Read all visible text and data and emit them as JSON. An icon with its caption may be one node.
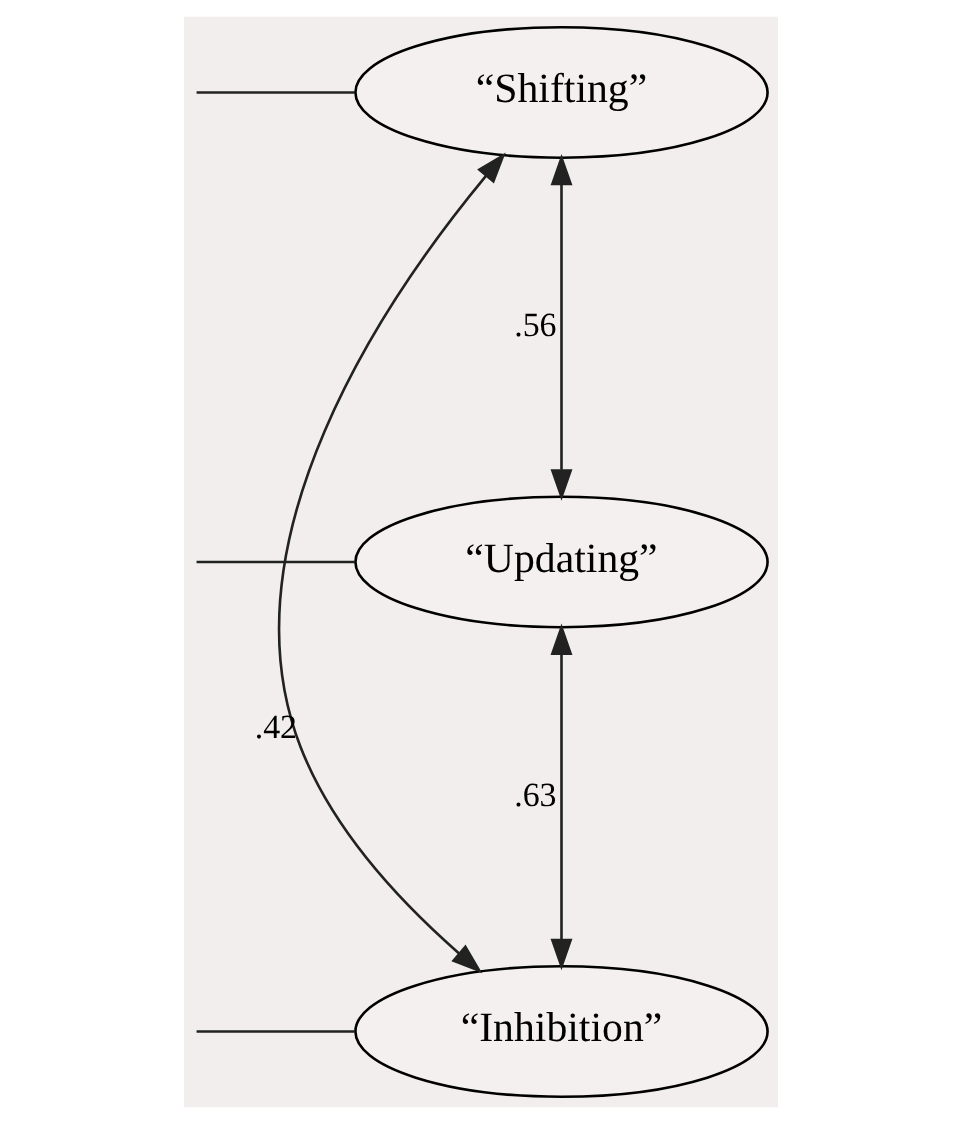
{
  "diagram": {
    "nodes": [
      {
        "text": [
          "“Shifting”"
        ]
      },
      {
        "text": [
          "“Updating”"
        ]
      },
      {
        "text": [
          "“Inhibition”"
        ]
      }
    ],
    "edges": [
      {
        "from": 0,
        "to": null,
        "arrow": "none"
      },
      {
        "from": 1,
        "to": null,
        "arrow": "none"
      },
      {
        "from": 2,
        "to": null,
        "arrow": "none"
      },
      {
        "from": 0,
        "to": 1,
        "arrow": "both",
        "label": ".56"
      },
      {
        "from": 1,
        "to": 2,
        "arrow": "both",
        "label": ".63"
      },
      {
        "from": 0,
        "to": 2,
        "arrow": "both",
        "label": ".42"
      }
    ]
  }
}
